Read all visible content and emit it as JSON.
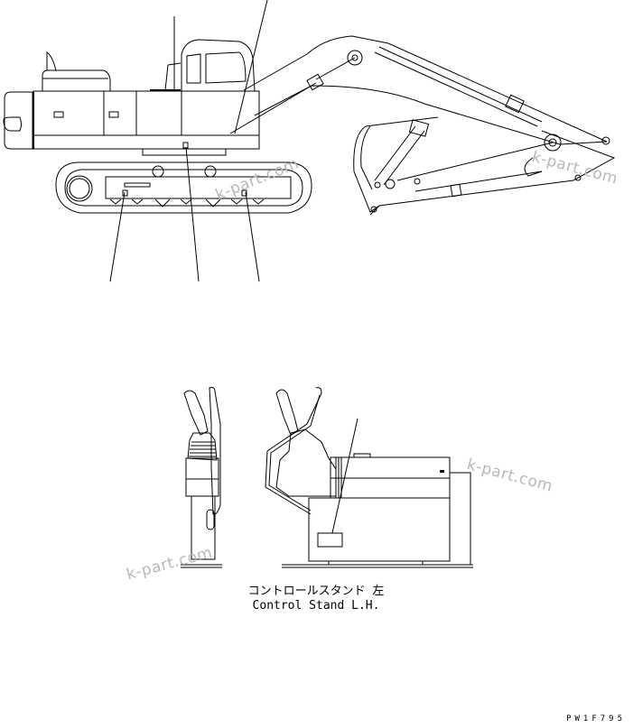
{
  "caption": {
    "japanese": "コントロールスタンド 左",
    "english": "Control Stand L.H."
  },
  "drawing_code": "PW1F795",
  "watermarks": [
    "k-part.com",
    "k-part.com",
    "k-part.com",
    "k-part.com"
  ],
  "views": {
    "top": "Excavator side view with leader lines to decal locations",
    "bottom_left": "Control stand front view",
    "bottom_right": "Control stand side view with leader line to decal"
  },
  "leader_count": {
    "excavator": 5,
    "control_stand": 1
  }
}
